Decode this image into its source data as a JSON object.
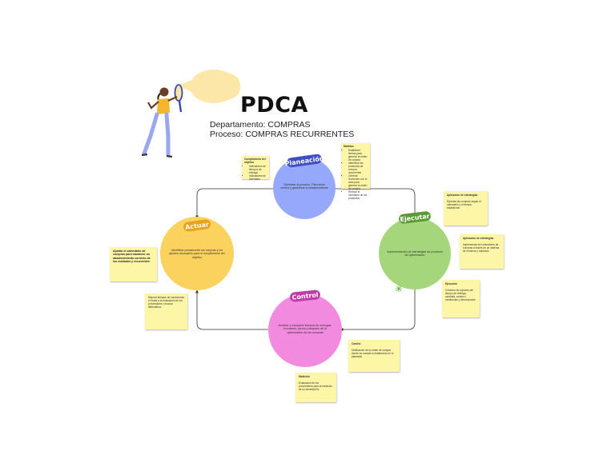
{
  "title": "PDCA",
  "departamento": "Departamento: COMPRAS",
  "proceso": "Proceso: COMPRAS RECURRENTES",
  "colors": {
    "planeacion": "#96a8fb",
    "ejecutar": "#a6d67c",
    "control": "#f28ae0",
    "actuar": "#fcd25e",
    "note": "#fdf6a6"
  },
  "stages": {
    "planeacion": {
      "label": "Planeación",
      "text": "Optimizar el proceso. Para tener control y garantizar el abastecimiento"
    },
    "ejecutar": {
      "label": "Ejecutar",
      "text": "Implementación de estrategias de procesos de optimización"
    },
    "control": {
      "label": "Control",
      "text": "Analizar y comparar tiempos de entregas, inventario, precio y después de la optimización de las compras"
    },
    "actuar": {
      "label": "Actuar",
      "text": "Identificar previamente las mejoras y los ajustes necesarios para el cumplimiento del objetivo"
    }
  },
  "notes": {
    "planeacion_left": {
      "title": "Cumplimiento del objetivo",
      "items": [
        "Indicadores de tiempos de entrega",
        "Indicadores de inventario"
      ]
    },
    "planeacion_right": {
      "title": "Medidas",
      "items": [
        "Establecer fechas para generar la orden de compra",
        "Identificar los productos de compra recurrentes",
        "Generar reuniones con el área para generar la orden de compra",
        "Revisar el inventario de los productos"
      ]
    },
    "ejecutar_1": {
      "title": "Aplicación de estrategias",
      "body": "Ejecutar las compras según el calendario y el tiempo establecido"
    },
    "ejecutar_2": {
      "title": "Aplicación de estrategias",
      "body": "Implementar los indicadores de compras a través de un sistema de mínimos y máximos"
    },
    "ejecutar_3": {
      "title": "Ejecución",
      "body": "Creación de reportes del tiempo de entrega, cantidad, costos e incidencias y devoluciones"
    },
    "control_1": {
      "title": "Control",
      "body": "Verificación de la orden de compra donde se cumpla lo establecido en lo planeado"
    },
    "control_2": {
      "title": "Medición",
      "body": "Evaluación de los proveedores para la medición de su desempeño"
    },
    "actuar_1": {
      "body": "Ajustar el calendario de compras para mantener un abastecimiento correcto de los cuidados y recurrentes"
    },
    "actuar_2": {
      "body": "Mejorar tiempos de condiciones en base a la evaluación de los proveedores o buscar alternativos"
    }
  }
}
